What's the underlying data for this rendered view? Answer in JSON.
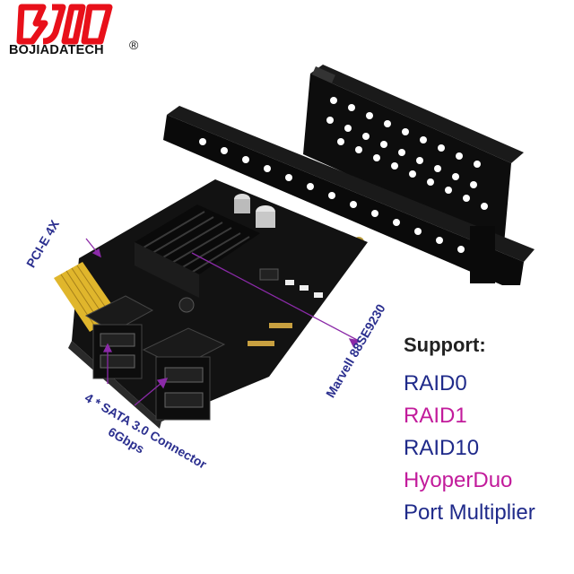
{
  "brand": {
    "name": "BOJIADATECH",
    "registered_mark": "®",
    "logo_color": "#e8101a"
  },
  "callouts": {
    "pcie": "PCI-E 4X",
    "sata_line1": "4 * SATA 3.0 Connector",
    "sata_line2": "6Gbps",
    "chip": "Marvell 88SE9230"
  },
  "support": {
    "title": "Support:",
    "features": [
      {
        "label": "RAID0",
        "color": "#1f2a8a"
      },
      {
        "label": "RAID1",
        "color": "#c21b9b"
      },
      {
        "label": "RAID10",
        "color": "#1f2a8a"
      },
      {
        "label": "HyoperDuo",
        "color": "#c21b9b"
      },
      {
        "label": "Port Multiplier",
        "color": "#1f2a8a"
      }
    ]
  },
  "colors": {
    "callout_text": "#2b2f8f",
    "arrow": "#8b2aa8",
    "pcb": "#111111",
    "gold": "#e0b62c"
  }
}
